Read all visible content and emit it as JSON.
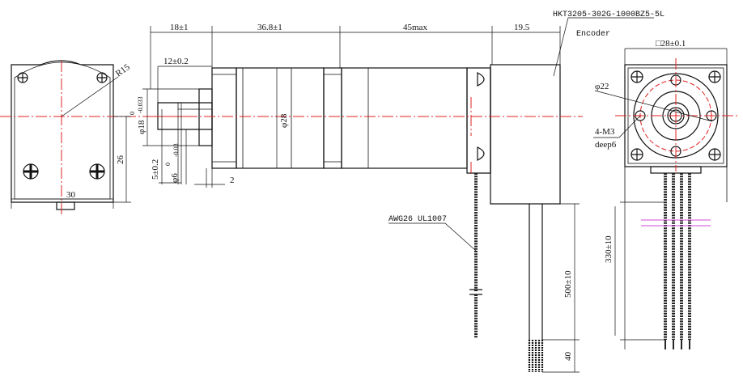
{
  "labels": {
    "part_number": "HKT3205-302G-1000BZ5-5L",
    "encoder": "Encoder",
    "cable": "AWG26 UL1007",
    "dim_flange": "18±1",
    "dim_gearbox": "36.8±1",
    "dim_motor": "45max",
    "dim_encoder": "19.5",
    "dim_shaft_len": "12±0.2",
    "dim_boss": "φ18",
    "dim_boss_tol_top": "0",
    "dim_boss_tol_bot": "-0.033",
    "dim_flat": "5±0.2",
    "dim_shaft": "φ6",
    "dim_shaft_tol_top": "0",
    "dim_shaft_tol_bot": "-0.03",
    "dim_step": "2",
    "dim_body": "φ28",
    "dim_radius": "R15",
    "dim_height": "26",
    "dim_width": "30",
    "dim_square": "□28±0.1",
    "dim_pcd": "φ22",
    "dim_holes": "4-M3",
    "dim_depth": "deep6",
    "dim_lead": "500±10",
    "dim_lead_right": "330±10",
    "dim_strip": "40"
  },
  "colors": {
    "line": "#111111",
    "centerline": "#e02020",
    "break_mark": "#d04ad0"
  }
}
